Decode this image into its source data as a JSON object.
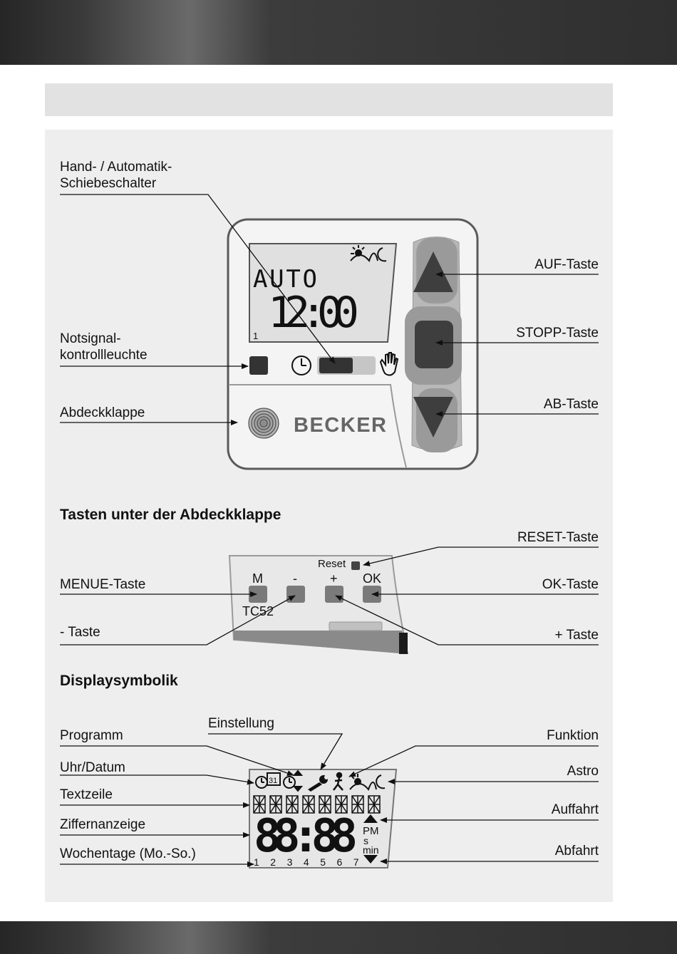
{
  "section1": {
    "labels": {
      "hand_auto_line1": "Hand- / Automatik-",
      "hand_auto_line2": "Schiebeschalter",
      "notsignal_line1": "Notsignal-",
      "notsignal_line2": "kontrollleuchte",
      "abdeckklappe": "Abdeckklappe",
      "auf": "AUF-Taste",
      "stopp": "STOPP-Taste",
      "ab": "AB-Taste"
    },
    "device": {
      "lcd_mode": "AUTO",
      "lcd_time": "12:00",
      "lcd_day": "1",
      "brand": "BECKER"
    }
  },
  "section2": {
    "heading": "Tasten unter der Abdeckklappe",
    "labels": {
      "reset": "RESET-Taste",
      "menue": "MENUE-Taste",
      "ok": "OK-Taste",
      "minus": "- Taste",
      "plus": "+ Taste"
    },
    "keypad": {
      "reset_caption": "Reset",
      "m": "M",
      "minus": "-",
      "plus": "+",
      "ok": "OK",
      "model": "TC52"
    }
  },
  "section3": {
    "heading": "Displaysymbolik",
    "labels": {
      "einstellung": "Einstellung",
      "programm": "Programm",
      "funktion": "Funktion",
      "uhr": "Uhr/Datum",
      "astro": "Astro",
      "textzeile": "Textzeile",
      "auffahrt": "Auffahrt",
      "ziffern": "Ziffernanzeige",
      "abfahrt": "Abfahrt",
      "wochentage": "Wochentage (Mo.-So.)"
    },
    "display": {
      "calendar_day": "31",
      "digits": "88:88",
      "pm": "PM",
      "s": "s",
      "min": "min",
      "weekdays": [
        "1",
        "2",
        "3",
        "4",
        "5",
        "6",
        "7"
      ]
    }
  }
}
